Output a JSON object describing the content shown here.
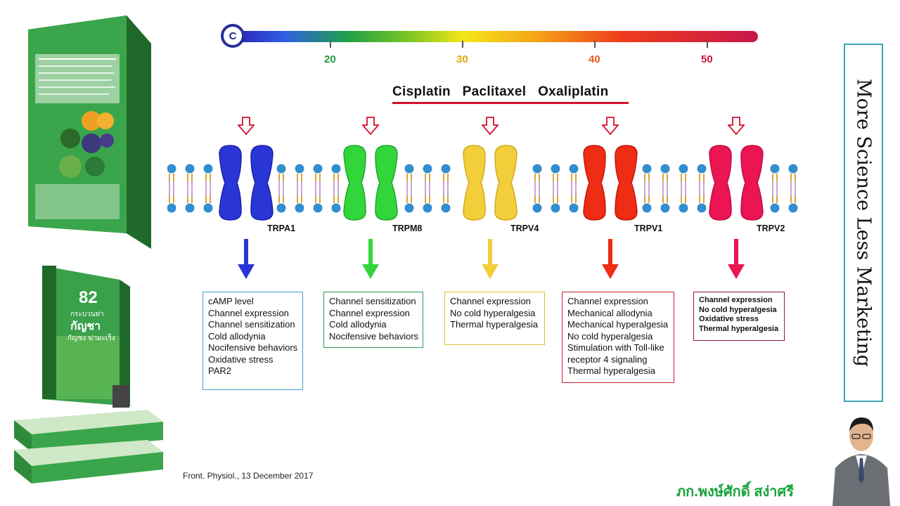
{
  "thermometer": {
    "unit": "C",
    "ticks": [
      {
        "label": "20",
        "color": "#1a9a3a"
      },
      {
        "label": "30",
        "color": "#e0a800"
      },
      {
        "label": "40",
        "color": "#e85a1c"
      },
      {
        "label": "50",
        "color": "#c8173a"
      }
    ]
  },
  "drugs": "Cisplatin   Paclitaxel   Oxaliplatin",
  "channels": [
    {
      "name": "TRPA1",
      "color": "#2a35d6",
      "dark": "#1b23a8",
      "items": [
        "cAMP level",
        "Channel expression",
        "Channel sensitization",
        "Cold allodynia",
        "Nocifensive behaviors",
        "Oxidative stress",
        "PAR2"
      ],
      "border": "#3fa3d0"
    },
    {
      "name": "TRPM8",
      "color": "#33d63a",
      "dark": "#1fa528",
      "items": [
        "Channel sensitization",
        "Channel expression",
        "Cold allodynia",
        "Nocifensive behaviors"
      ],
      "border": "#2e9a55"
    },
    {
      "name": "TRPV4",
      "color": "#f2cf3a",
      "dark": "#d4a91c",
      "items": [
        "Channel expression",
        "No cold hyperalgesia",
        "Thermal hyperalgesia"
      ],
      "border": "#e0c030"
    },
    {
      "name": "TRPV1",
      "color": "#ef2c14",
      "dark": "#c21a0c",
      "items": [
        "Channel expression",
        "Mechanical allodynia",
        "Mechanical hyperalgesia",
        "No cold hyperalgesia",
        "Stimulation with Toll-like",
        "receptor 4 signaling",
        "Thermal hyperalgesia"
      ],
      "border": "#c8203a"
    },
    {
      "name": "TRPV2",
      "color": "#ea1552",
      "dark": "#c0103f",
      "items": [
        "Channel expression",
        "No cold hyperalgesia",
        "Oxidative stress",
        "Thermal hyperalgesia"
      ],
      "border": "#9a1a2a"
    }
  ],
  "book_cover": {
    "title_number": "82",
    "title_line1": "กระบวนท่า",
    "title_line2": "กัญชา",
    "title_line3": "กัญชง ฆ่ามะเร็ง"
  },
  "side_banner": "More Science Less Marketing",
  "citation": "Front. Physiol., 13 December 2017",
  "author": "ภก.พงษ์ศักดิ์ สง่าศรี"
}
